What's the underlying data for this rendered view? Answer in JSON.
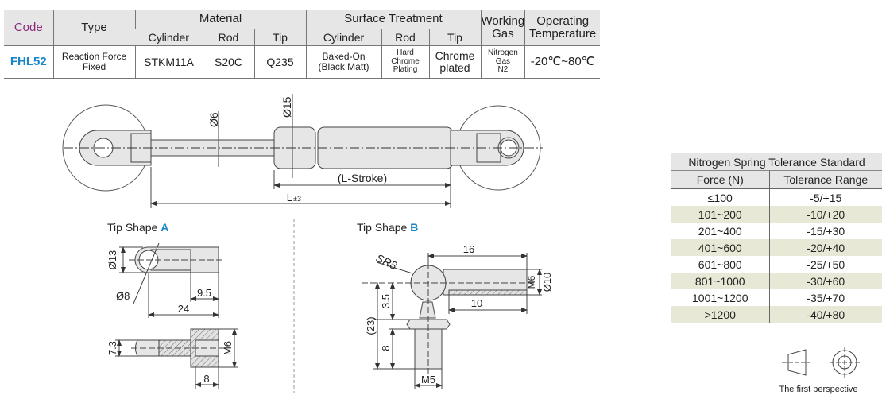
{
  "spec_table": {
    "headers": {
      "code": "Code",
      "type": "Type",
      "material": "Material",
      "surface_treatment": "Surface Treatment",
      "working_gas_1": "Working",
      "working_gas_2": "Gas",
      "operating_temp_1": "Operating",
      "operating_temp_2": "Temperature",
      "material_cylinder": "Cylinder",
      "material_rod": "Rod",
      "material_tip": "Tip",
      "surface_cylinder": "Cylinder",
      "surface_rod": "Rod",
      "surface_tip": "Tip"
    },
    "row": {
      "code": "FHL52",
      "type_1": "Reaction Force",
      "type_2": "Fixed",
      "material_cylinder": "STKM11A",
      "material_rod": "S20C",
      "material_tip": "Q235",
      "surface_cylinder_1": "Baked-On",
      "surface_cylinder_2": "(Black Matt)",
      "surface_rod_1": "Hard Chrome",
      "surface_rod_2": "Plating",
      "surface_tip_1": "Chrome",
      "surface_tip_2": "plated",
      "gas_1": "Nitrogen",
      "gas_2": "Gas",
      "gas_3": "N2",
      "temperature": "-20℃~80℃"
    }
  },
  "drawing": {
    "rod_dia": "Ø6",
    "cyl_dia": "Ø15",
    "stroke_label": "(L-Stroke)",
    "length_label": "L",
    "length_tol": "±3",
    "tip_a": {
      "title": "Tip Shape ",
      "letter": "A",
      "d13": "Ø13",
      "d8": "Ø8",
      "d9_5": "9.5",
      "d24": "24",
      "d7_3": "7.3",
      "m6": "M6",
      "d8b": "8"
    },
    "tip_b": {
      "title": "Tip Shape ",
      "letter": "B",
      "sr8": "SR8",
      "d16": "16",
      "m6": "M6",
      "d10dia": "Ø10",
      "d10": "10",
      "d3_5": "3.5",
      "d23": "(23)",
      "d8": "8",
      "m5": "M5"
    },
    "perspective": "The first perspective"
  },
  "tolerance_table": {
    "title": "Nitrogen Spring Tolerance Standard",
    "col_force": "Force (N)",
    "col_range": "Tolerance Range",
    "rows": [
      {
        "force": "≤100",
        "range": "-5/+15"
      },
      {
        "force": "101~200",
        "range": "-10/+20"
      },
      {
        "force": "201~400",
        "range": "-15/+30"
      },
      {
        "force": "401~600",
        "range": "-20/+40"
      },
      {
        "force": "601~800",
        "range": "-25/+50"
      },
      {
        "force": "801~1000",
        "range": "-30/+60"
      },
      {
        "force": "1001~1200",
        "range": "-35/+70"
      },
      {
        "force": ">1200",
        "range": "-40/+80"
      }
    ]
  },
  "colors": {
    "code_label": "#8a2a7a",
    "code_value": "#1a85c8",
    "header_bg": "#e6e6e6",
    "alt_row": "#e8e8d6"
  }
}
